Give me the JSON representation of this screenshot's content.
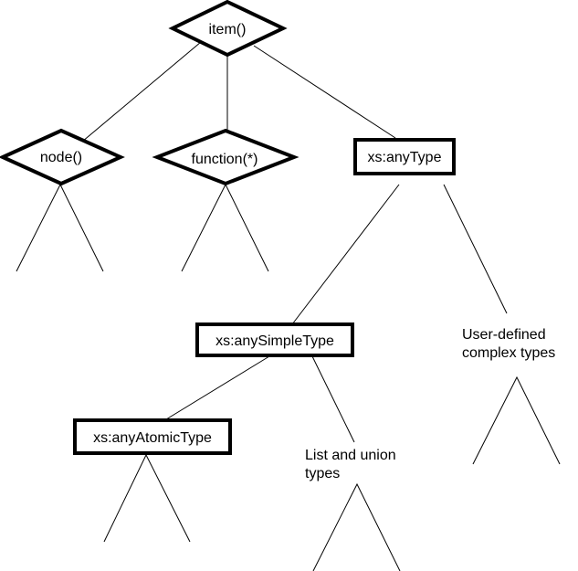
{
  "diagram": {
    "nodes": {
      "item": "item()",
      "node": "node()",
      "function": "function(*)",
      "anyType": "xs:anyType",
      "anySimpleType": "xs:anySimpleType",
      "anyAtomicType": "xs:anyAtomicType",
      "complex_line1": "User-defined",
      "complex_line2": "complex types",
      "listunion_line1": "List and union",
      "listunion_line2": "types"
    }
  }
}
